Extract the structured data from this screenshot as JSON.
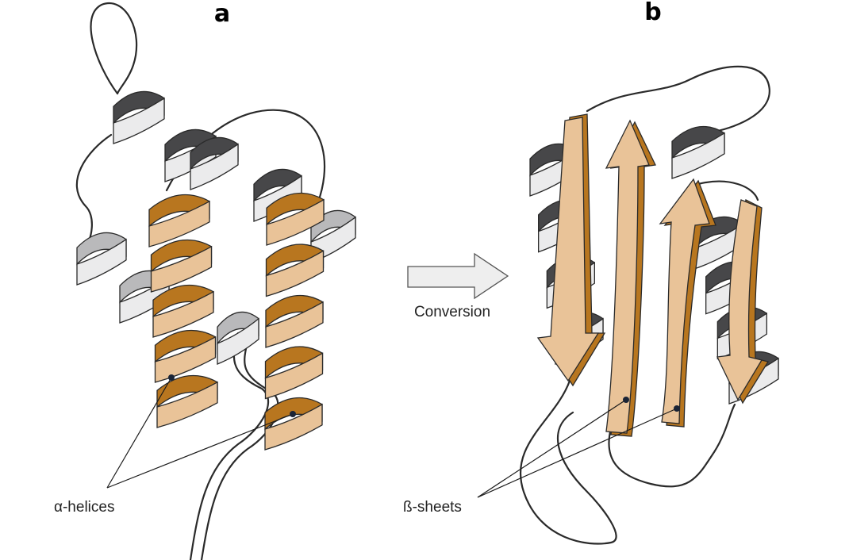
{
  "panels": {
    "a": {
      "label": "a",
      "annotation": "α-helices"
    },
    "b": {
      "label": "b",
      "annotation": "ß-sheets"
    }
  },
  "arrow": {
    "label": "Conversion"
  },
  "colors": {
    "highlight_light": "#e9c398",
    "highlight_dark": "#b8761f",
    "highlight_edge": "#8a5412",
    "ribbon_light": "#ebebec",
    "ribbon_mid": "#b9b9bb",
    "ribbon_dark": "#474749",
    "outline": "#2a2a2a"
  }
}
